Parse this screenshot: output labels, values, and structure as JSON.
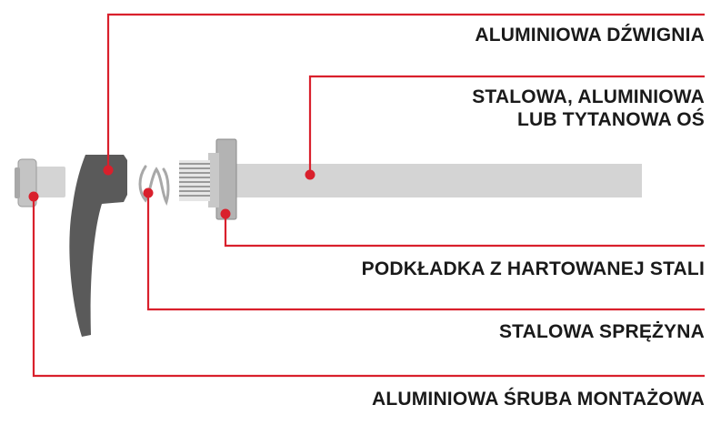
{
  "labels": {
    "lever": "ALUMINIOWA DŹWIGNIA",
    "axle_line1": "STALOWA, ALUMINIOWA",
    "axle_line2": "LUB TYTANOWA OŚ",
    "washer": "PODKŁADKA Z HARTOWANEJ STALI",
    "spring": "STALOWA SPRĘŻYNA",
    "bolt": "ALUMINIOWA ŚRUBA MONTAŻOWA"
  },
  "colors": {
    "leader": "#d9202c",
    "part_dark": "#5a5a5a",
    "part_light": "#d4d4d4",
    "part_mid": "#a8a8a8",
    "text": "#1a1a1a"
  }
}
